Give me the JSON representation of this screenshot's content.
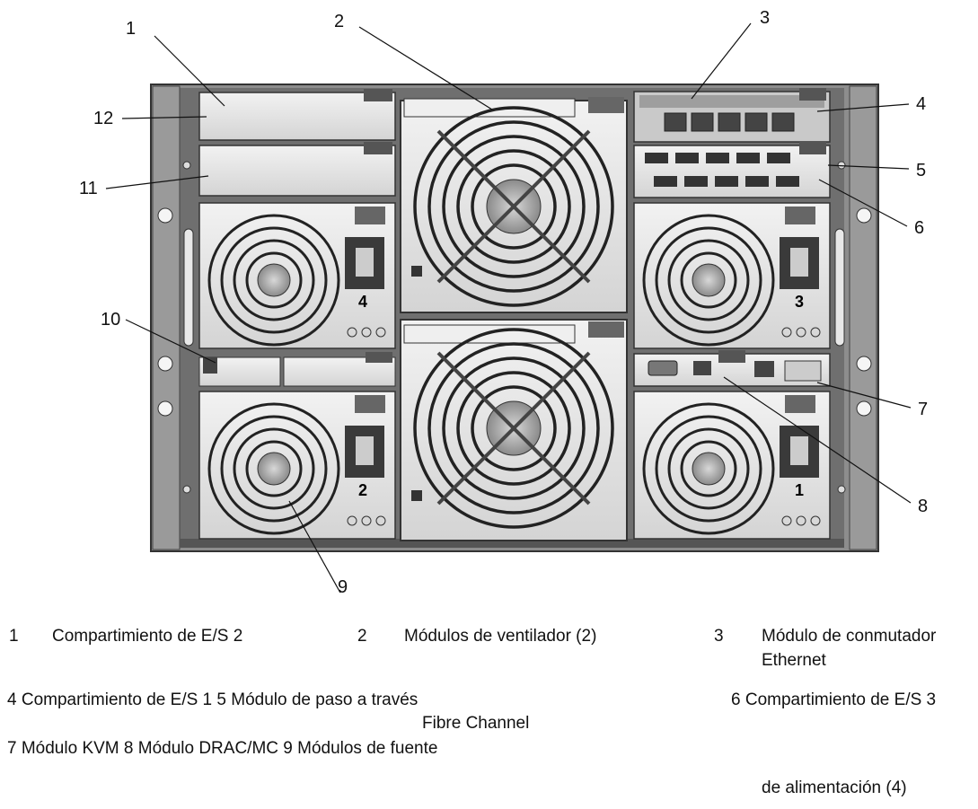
{
  "diagram": {
    "callouts": [
      "1",
      "2",
      "3",
      "4",
      "5",
      "6",
      "7",
      "8",
      "9",
      "10",
      "11",
      "12"
    ],
    "psu_labels": [
      "4",
      "3",
      "2",
      "1"
    ]
  },
  "caption": {
    "row1": [
      {
        "num": "1",
        "text": "Compartimiento de E/S 2"
      },
      {
        "num": "2",
        "text": "Módulos de ventilador (2)"
      },
      {
        "num": "3",
        "text": "Módulo de conmutador",
        "text2": "Ethernet"
      }
    ],
    "row2": {
      "left": "4 Compartimiento de E/S 1 5 Módulo de paso a través",
      "left_cont": "Fibre Channel",
      "right": "6 Compartimiento de E/S 3"
    },
    "row3": {
      "left": "7 Módulo KVM 8 Módulo DRAC/MC 9 Módulos de fuente",
      "right_cont": "de alimentación (4)"
    }
  }
}
